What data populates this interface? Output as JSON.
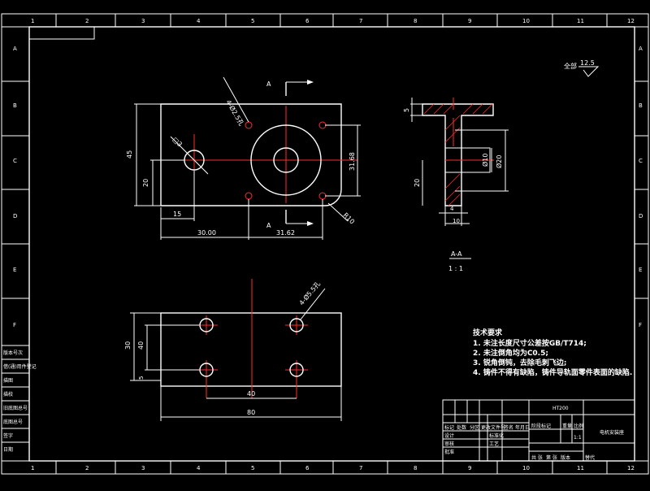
{
  "sheet": {
    "columns": [
      "1",
      "2",
      "3",
      "4",
      "5",
      "6",
      "7",
      "8",
      "9",
      "10",
      "11",
      "12"
    ],
    "rows": [
      "A",
      "B",
      "C",
      "D",
      "E",
      "F"
    ]
  },
  "roughness": {
    "label": "全部",
    "value": "12.5"
  },
  "top_view": {
    "section_label_top": "A",
    "section_label_bottom": "A",
    "dim_small_hole": "4-Ø2.5孔",
    "dim_slot": "□3",
    "dim_left_height": "45",
    "dim_left_inner": "20",
    "dim_right": "31.68",
    "dim_bottom_15": "15",
    "dim_bottom_30": "30.00",
    "dim_bottom_31": "31.62",
    "dim_radius": "R10"
  },
  "section_view": {
    "dim_top": "5",
    "dim_bore": "Ø10",
    "dim_outer": "Ø20",
    "dim_height": "20",
    "dim_bottom_a": "4",
    "dim_bottom_b": "10",
    "title": "A-A",
    "scale": "1 : 1"
  },
  "bottom_view": {
    "dim_holes": "4-Ø5.5孔",
    "dim_left_a": "30",
    "dim_left_b": "40",
    "dim_left_c": "5",
    "dim_inner": "40",
    "dim_width": "80"
  },
  "tech_requirements": {
    "title": "技术要求",
    "items": [
      "1. 未注长度尺寸公差按GB/T714;",
      "2. 未注倒角均为C0.5;",
      "3. 锐角倒钝，去除毛刺飞边;",
      "4. 铸件不得有缺陷，铸件导轨面零件表面的缺陷."
    ]
  },
  "left_strip": [
    "版本号次",
    "借(通)用件登记",
    "描图",
    "描校",
    "旧底图总号",
    "底图总号",
    "签字",
    "日期"
  ],
  "title_block": {
    "material": "HT200",
    "drawing_name": "电机安装座",
    "cells": [
      "标记",
      "处数",
      "分区",
      "更改文件号",
      "签名",
      "年月日",
      "设计",
      "标准化",
      "审核",
      "工艺",
      "批准",
      "阶段标记",
      "重量",
      "比例",
      "1:1",
      "共 张",
      "第 张",
      "版本",
      "替代"
    ]
  }
}
